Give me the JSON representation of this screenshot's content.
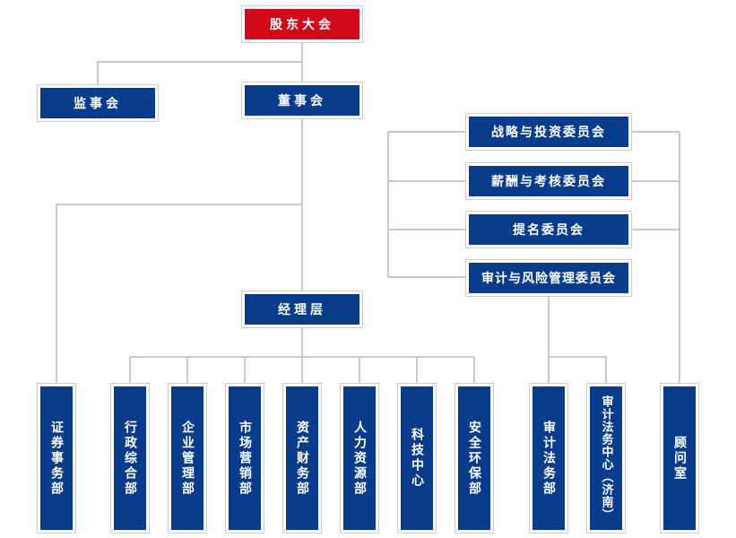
{
  "chart": {
    "shareholders": "股东大会",
    "supervisors": "监事会",
    "board": "董事会",
    "committees": [
      "战略与投资委员会",
      "薪酬与考核委员会",
      "提名委员会",
      "审计与风险管理委员会"
    ],
    "management": "经理层",
    "departments": [
      "证券事务部",
      "行政综合部",
      "企业管理部",
      "市场营销部",
      "资产财务部",
      "人力资源部",
      "科技中心",
      "安全环保部",
      "审计法务部",
      "审计法务中心（济南）",
      "顾问室"
    ]
  },
  "colors": {
    "box_blue": "#0a3c8c",
    "box_red": "#d2091b",
    "connector": "#c6c9cc",
    "text": "#ffffff"
  }
}
